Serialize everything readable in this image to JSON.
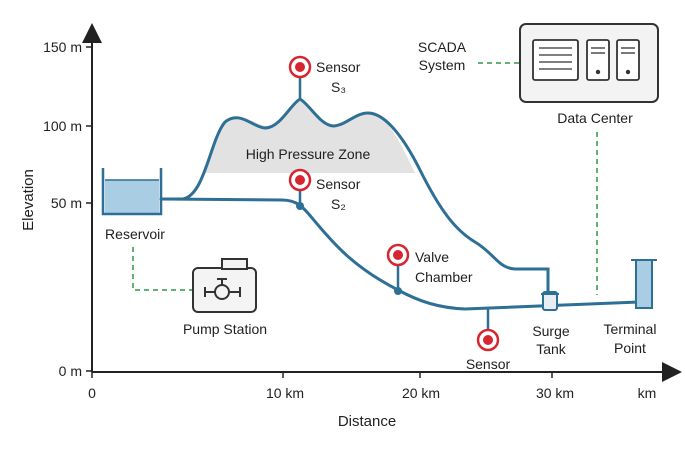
{
  "axes": {
    "y_ticks": [
      "150 m",
      "100 m",
      "50 m",
      "0 m"
    ],
    "x_ticks": [
      "0",
      "10 km",
      "20 km",
      "30 km",
      "km"
    ],
    "y_title": "Elevation",
    "x_title": "Distance"
  },
  "labels": {
    "reservoir": "Reservoir",
    "pump_station": "Pump Station",
    "high_pressure_zone": "High Pressure Zone",
    "sensor_s3_line1": "Sensor",
    "sensor_s3_line2": "S₃",
    "sensor_s2_line1": "Sensor",
    "sensor_s2_line2": "S₂",
    "valve_line1": "Valve",
    "valve_line2": "Chamber",
    "sensor_bottom": "Sensor",
    "surge_line1": "Surge",
    "surge_line2": "Tank",
    "terminal_line1": "Terminal",
    "terminal_line2": "Point",
    "scada_line1": "SCADA",
    "scada_line2": "System",
    "data_center": "Data Center"
  },
  "colors": {
    "pipe": "#2e6f95",
    "sensor": "#d62630",
    "water": "#a9cde3",
    "zone": "#e2e2e2",
    "link": "#2e9a43"
  }
}
